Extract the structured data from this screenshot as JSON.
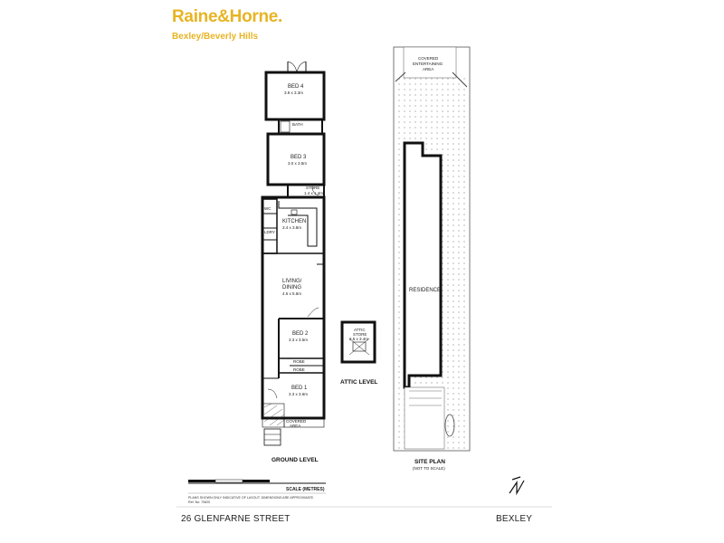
{
  "brand": {
    "name": "Raine&Horne.",
    "office": "Bexley/Beverly Hills",
    "color": "#e8b423"
  },
  "ground": {
    "level_label": "GROUND LEVEL",
    "rooms": {
      "bed4": {
        "name": "BED 4",
        "dims": "3.9 x 3.3m"
      },
      "bed3": {
        "name": "BED 3",
        "dims": "3.0 x 3.5m"
      },
      "store": {
        "name": "STORE",
        "dims": "1.4 x 1.4m"
      },
      "kitchen": {
        "name": "KITCHEN",
        "dims": "3.4 x 3.8m"
      },
      "living1": "LIVING/",
      "living2": "DINING",
      "living_dims": "4.5 x 5.6m",
      "bed2": {
        "name": "BED 2",
        "dims": "3.3 x 3.5m"
      },
      "bed1": {
        "name": "BED 1",
        "dims": "3.3 x 3.6m"
      },
      "robe1": "ROBE",
      "robe2": "ROBE",
      "covered": "COVERED",
      "area": "AREA",
      "bath": "BATH",
      "ldry": "LDRY",
      "wc": "WC"
    }
  },
  "attic": {
    "level_label": "ATTIC  LEVEL",
    "name": "ATTIC",
    "name2": "STORE",
    "dims": "2.5 x 3.4m"
  },
  "site": {
    "title": "SITE PLAN",
    "subtitle": "(NOT TO SCALE)",
    "residence": "RESIDENCE",
    "covered1": "COVERED",
    "covered2": "ENTERTAINING",
    "covered3": "AREA"
  },
  "scale": {
    "label": "SCALE (METRES)",
    "disclaimer1": "PLANS SHOWN ONLY INDICATIVE OF LAYOUT. DIMENSIONS ARE APPROXIMATE.",
    "disclaimer2": "Ref. No: 70820"
  },
  "address": "26 GLENFARNE STREET",
  "suburb": "BEXLEY"
}
